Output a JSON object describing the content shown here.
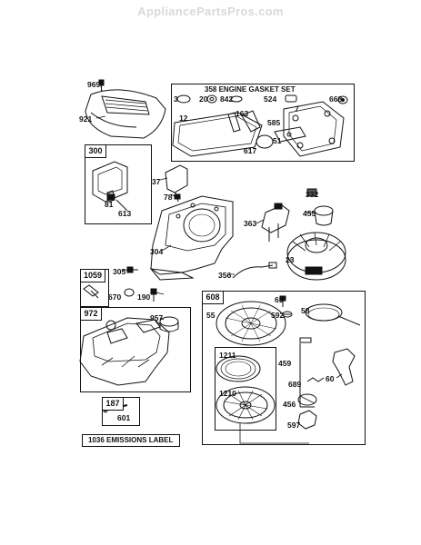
{
  "watermark": "AppliancePartsPros.com",
  "gasket_set": {
    "number": "358",
    "title": "ENGINE GASKET SET"
  },
  "group_boxes": {
    "b300": "300",
    "b1059": "1059",
    "b972": "972",
    "b608": "608",
    "b187": "187"
  },
  "emissions_label": "1036 EMISSIONS LABEL",
  "part_numbers": {
    "p969": "969",
    "p921": "921",
    "p3": "3",
    "p20": "20",
    "p842": "842",
    "p524": "524",
    "p668": "668",
    "p12": "12",
    "p163": "163",
    "p7": "7",
    "p585": "585",
    "p51": "51",
    "p617": "617",
    "p81": "81",
    "p613": "613",
    "p37": "37",
    "p78": "78",
    "p332": "332",
    "p455": "455",
    "p363": "363",
    "p23": "23",
    "p304": "304",
    "p305": "305",
    "p356": "356",
    "p670": "670",
    "p190": "190",
    "p957": "957",
    "p65": "65",
    "p55": "55",
    "p592": "592",
    "p58": "58",
    "p1211": "1211",
    "p459": "459",
    "p689": "689",
    "p60": "60",
    "p1210": "1210",
    "p456": "456",
    "p597": "597",
    "p601": "601"
  }
}
